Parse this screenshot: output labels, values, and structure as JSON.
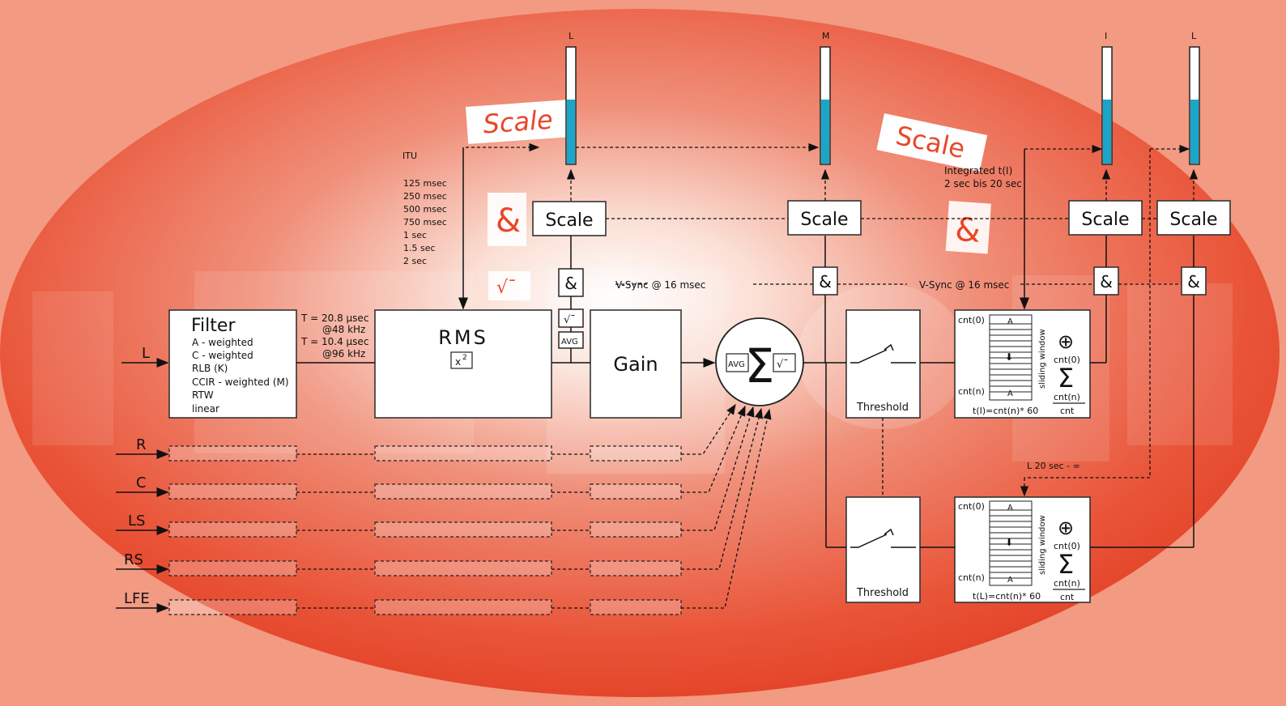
{
  "channels": {
    "l": "L",
    "r": "R",
    "c": "C",
    "ls": "LS",
    "rs": "RS",
    "lfe": "LFE"
  },
  "filter": {
    "title": "Filter",
    "options": [
      "A - weighted",
      "C - weighted",
      "RLB (K)",
      "CCIR - weighted (M)",
      "RTW",
      "linear"
    ],
    "tau_48": "T = 20.8 µsec",
    "rate_48": "@48 kHz",
    "tau_96": "T = 10.4 µsec",
    "rate_96": "@96 kHz"
  },
  "itu": {
    "heading": "ITU",
    "times": [
      "125 msec",
      "250 msec",
      "500 msec",
      "750 msec",
      "1 sec",
      "1.5 sec",
      "2 sec"
    ]
  },
  "rms": {
    "title": "RMS",
    "square": "x",
    "exp": "2"
  },
  "gain": {
    "title": "Gain"
  },
  "sum": {
    "avg": "AVG",
    "symbol": "Σ",
    "root": "√¯"
  },
  "scale_labels": [
    "Scale",
    "Scale",
    "Scale",
    "Scale"
  ],
  "scale_signs": [
    "Scale",
    "Scale"
  ],
  "and_labels": [
    "&",
    "&",
    "&",
    "&"
  ],
  "and_signs": [
    "&",
    "&"
  ],
  "small_root": "√¯",
  "small_avg": "AVG",
  "vsync": [
    "V-Sync @ 16 msec",
    "V-Sync @ 16 msec"
  ],
  "integrated": {
    "line1": "Integrated t(I)",
    "line2": "2 sec bis 20 sec"
  },
  "threshold": "Threshold",
  "window": {
    "cnt0": "cnt(0)",
    "cntn": "cnt(n)",
    "a": "A",
    "arrow": "⬇",
    "label": "sliding window",
    "plus": "⊕",
    "sigma": "Σ",
    "num": "cnt(n)",
    "den": "cnt",
    "formula_i": "t(I)=cnt(n)* 60",
    "formula_l": "t(L)=cnt(n)* 60"
  },
  "range_l": "L 20 sec - ∞",
  "meters": [
    {
      "label": "L",
      "fill": 0.55
    },
    {
      "label": "M",
      "fill": 0.55
    },
    {
      "label": "I",
      "fill": 0.55
    },
    {
      "label": "L",
      "fill": 0.55
    }
  ],
  "colors": {
    "background": "#f29a82",
    "ellipse": "#e8462a",
    "meter_fill": "#1aa6c8"
  }
}
